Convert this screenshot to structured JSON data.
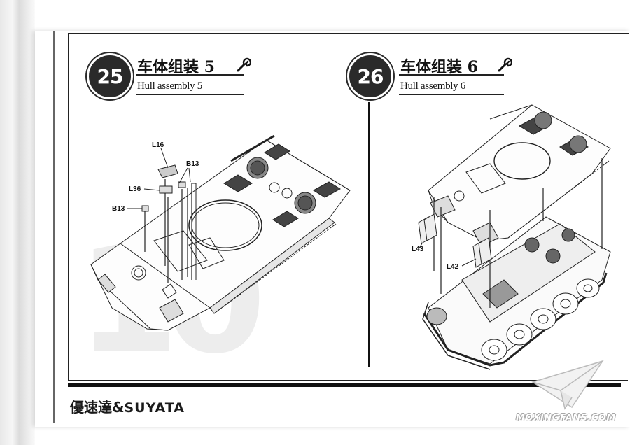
{
  "steps": [
    {
      "number": "25",
      "title_cn": "车体组装 5",
      "title_en": "Hull assembly 5"
    },
    {
      "number": "26",
      "title_cn": "车体组装 6",
      "title_en": "Hull assembly 6"
    }
  ],
  "step25_parts": [
    "L16",
    "B13",
    "L36",
    "B13"
  ],
  "step26_parts": [
    "L43",
    "L42"
  ],
  "page_watermark": "10",
  "brand": {
    "cn": "優速達",
    "amp": "&",
    "latin": "SUYATA"
  },
  "site_watermark": "MOXINGFANS.COM"
}
